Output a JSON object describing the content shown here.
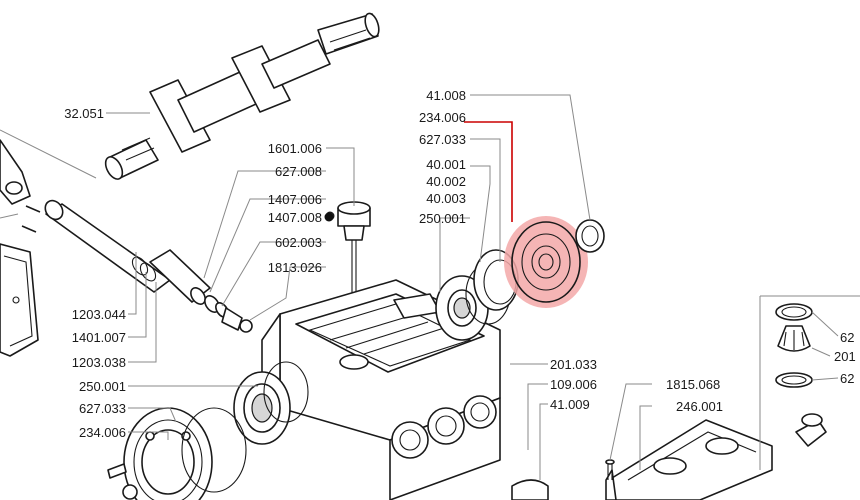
{
  "diagram": {
    "highlight_color": "#cc0000",
    "highlight_fill": "#f3a8a8",
    "labels": [
      {
        "id": "l-32051",
        "text": "32.051"
      },
      {
        "id": "l-1601006",
        "text": "1601.006"
      },
      {
        "id": "l-627008",
        "text": "627.008"
      },
      {
        "id": "l-1407006",
        "text": "1407.006"
      },
      {
        "id": "l-1407008",
        "text": "1407.008"
      },
      {
        "id": "l-602003",
        "text": "602.003"
      },
      {
        "id": "l-1813026",
        "text": "1813.026"
      },
      {
        "id": "l-41008",
        "text": "41.008"
      },
      {
        "id": "l-234006a",
        "text": "234.006"
      },
      {
        "id": "l-627033a",
        "text": "627.033"
      },
      {
        "id": "l-40001",
        "text": "40.001"
      },
      {
        "id": "l-40002",
        "text": "40.002"
      },
      {
        "id": "l-40003",
        "text": "40.003"
      },
      {
        "id": "l-250001a",
        "text": "250.001"
      },
      {
        "id": "l-1203044",
        "text": "1203.044"
      },
      {
        "id": "l-1401007",
        "text": "1401.007"
      },
      {
        "id": "l-1203038",
        "text": "1203.038"
      },
      {
        "id": "l-250001b",
        "text": "250.001"
      },
      {
        "id": "l-627033b",
        "text": "627.033"
      },
      {
        "id": "l-234006b",
        "text": "234.006"
      },
      {
        "id": "l-201033",
        "text": "201.033"
      },
      {
        "id": "l-109006",
        "text": "109.006"
      },
      {
        "id": "l-41009",
        "text": "41.009"
      },
      {
        "id": "l-1815068",
        "text": "1815.068"
      },
      {
        "id": "l-246001",
        "text": "246.001"
      },
      {
        "id": "l-62a",
        "text": "62"
      },
      {
        "id": "l-201",
        "text": "201"
      },
      {
        "id": "l-62b",
        "text": "62"
      }
    ]
  }
}
